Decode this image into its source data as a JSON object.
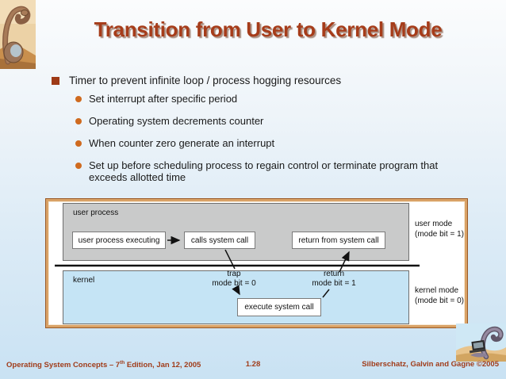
{
  "slide": {
    "title": "Transition from User to Kernel Mode",
    "bullets": {
      "level1": "Timer to prevent infinite loop / process hogging resources",
      "level2": [
        "Set interrupt after specific period",
        "Operating system decrements counter",
        "When counter zero generate an interrupt",
        "Set up before scheduling process to regain control or terminate program that exceeds allotted time"
      ]
    }
  },
  "diagram": {
    "user_zone_label": "user process",
    "kernel_zone_label": "kernel",
    "boxes": {
      "executing": "user process executing",
      "calls": "calls system call",
      "return_from": "return from system call",
      "execute": "execute system call"
    },
    "trap": {
      "line1": "trap",
      "line2": "mode bit = 0"
    },
    "return": {
      "line1": "return",
      "line2": "mode bit = 1"
    },
    "user_mode": {
      "line1": "user mode",
      "line2": "(mode bit = 1)"
    },
    "kernel_mode": {
      "line1": "kernel mode",
      "line2": "(mode bit = 0)"
    }
  },
  "footer": {
    "left_pre": "Operating System Concepts – 7",
    "left_sup": "th",
    "left_post": " Edition, Jan 12, 2005",
    "page": "1.28",
    "right": "Silberschatz, Galvin and Gagne ©2005"
  },
  "icons": {
    "top_left_logo": "dinosaur-book-cover",
    "bottom_right_logo": "dinosaur-with-laptop"
  },
  "colors": {
    "title_text": "#a63c1a",
    "footer_text": "#a03c1a",
    "level1_bullet": "#9e3a16",
    "level2_bullet": "#cf6a1f",
    "diagram_frame": "#d9a266",
    "user_zone_fill": "#c9caca",
    "kernel_zone_fill": "#c5e4f5",
    "background_bottom": "#c9e2f3"
  }
}
